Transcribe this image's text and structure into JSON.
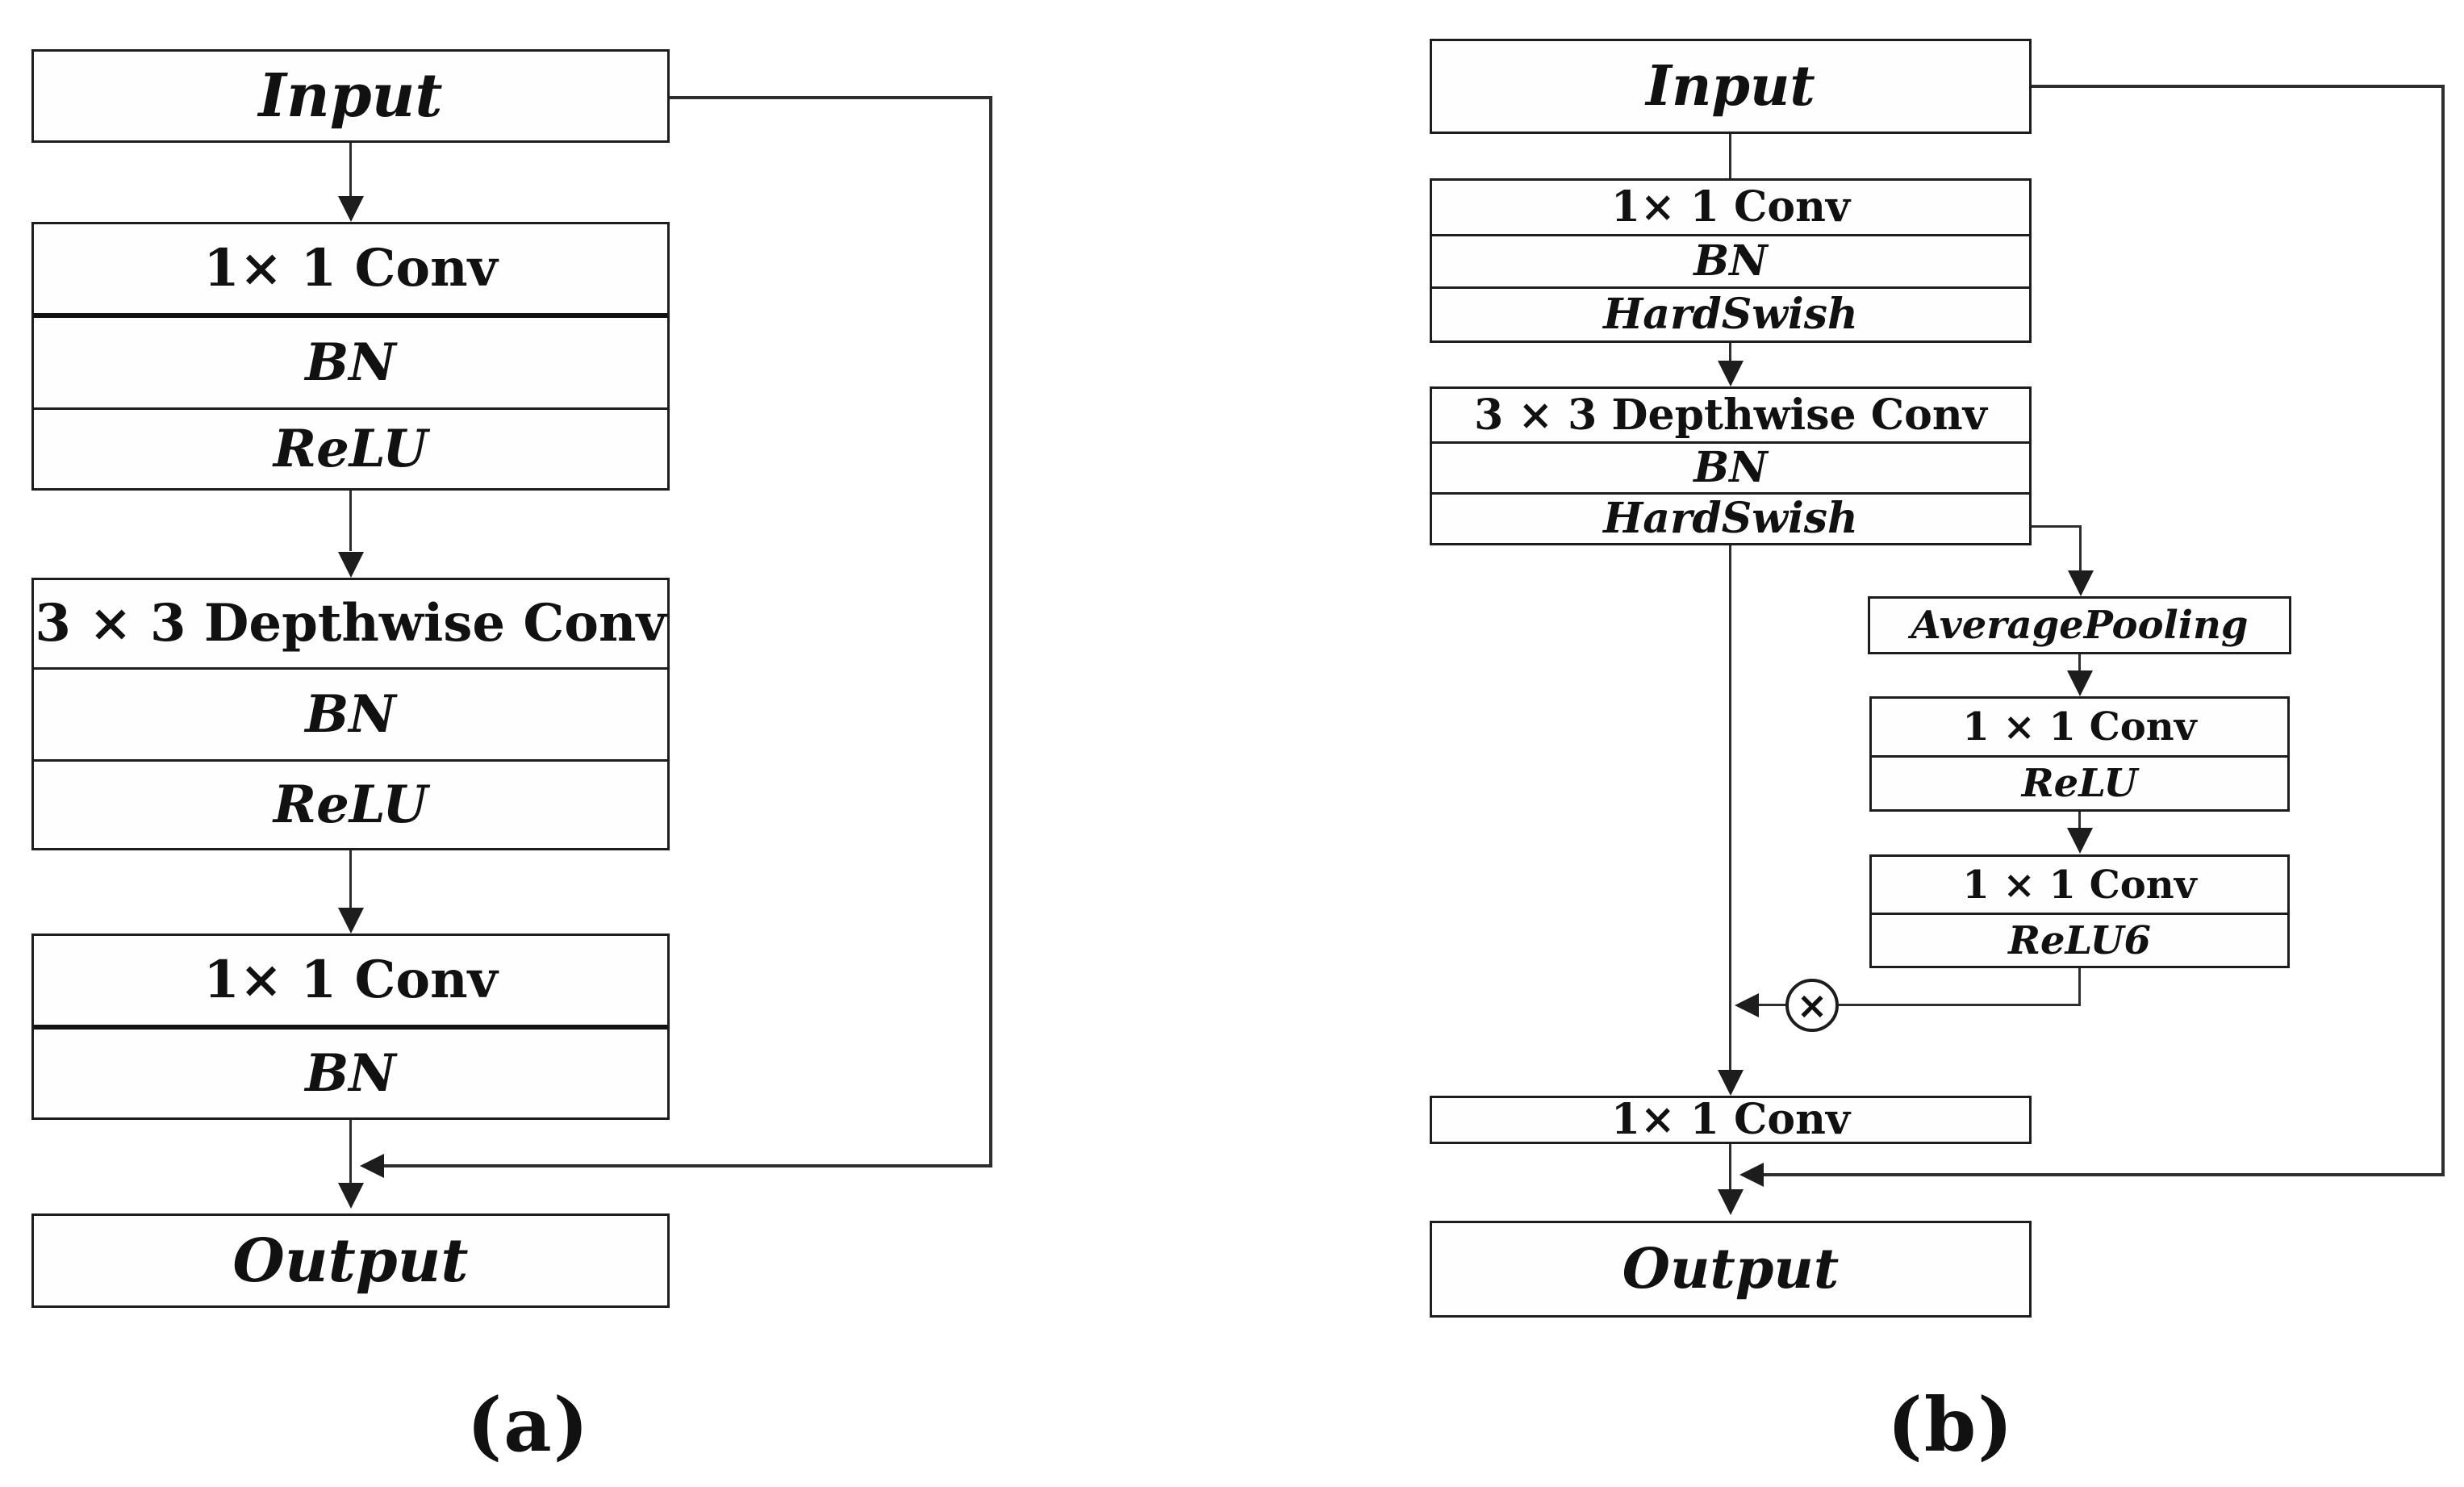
{
  "figure": {
    "panel_a": {
      "label": "(a)",
      "input": "Input",
      "block1": {
        "conv": "1× 1 Conv",
        "bn": "BN",
        "act": "ReLU"
      },
      "block2": {
        "conv": "3 × 3 Depthwise Conv",
        "bn": "BN",
        "act": "ReLU"
      },
      "block3": {
        "conv": "1× 1 Conv",
        "bn": "BN"
      },
      "output": "Output"
    },
    "panel_b": {
      "label": "(b)",
      "input": "Input",
      "block1": {
        "conv": "1× 1 Conv",
        "bn": "BN",
        "act": "HardSwish"
      },
      "block2": {
        "conv": "3 × 3 Depthwise Conv",
        "bn": "BN",
        "act": "HardSwish"
      },
      "se_branch": {
        "pool": "AveragePooling",
        "conv1": "1 × 1 Conv",
        "act1": "ReLU",
        "conv2": "1 × 1 Conv",
        "act2": "ReLU6"
      },
      "final_conv": "1× 1 Conv",
      "output": "Output"
    },
    "icons": {
      "multiply": "×"
    }
  }
}
